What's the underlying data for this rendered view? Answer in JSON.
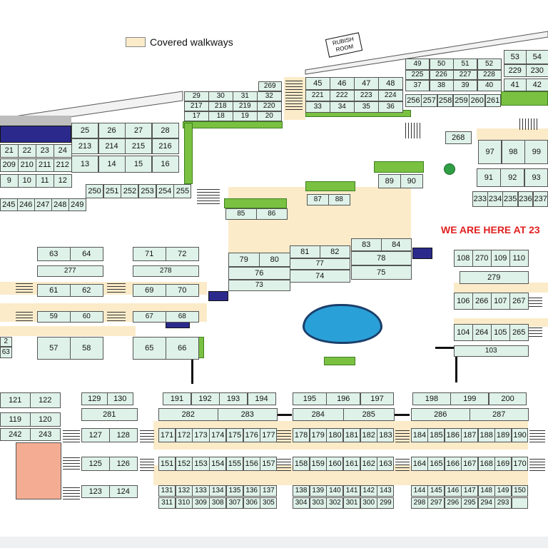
{
  "legend": {
    "label": "Covered walkways"
  },
  "labels": {
    "rubbish_room": "RUBISH ROOM",
    "you_are_here": "WE ARE HERE AT 23"
  },
  "colors": {
    "unit_fill": "#dff2ea",
    "walkway": "#fbebc9",
    "hedge": "#7ac142",
    "pool": "#2aa0d8",
    "accent_navy": "#2b2a8c",
    "you_are_here_text": "#e02020",
    "peach_block": "#f4ad92"
  },
  "units": [
    "21",
    "22",
    "23",
    "24",
    "209",
    "210",
    "211",
    "212",
    "9",
    "10",
    "11",
    "12",
    "25",
    "26",
    "27",
    "28",
    "213",
    "214",
    "215",
    "216",
    "13",
    "14",
    "15",
    "16",
    "29",
    "30",
    "31",
    "32",
    "269",
    "217",
    "218",
    "219",
    "220",
    "17",
    "18",
    "19",
    "20",
    "45",
    "46",
    "47",
    "48",
    "221",
    "222",
    "223",
    "224",
    "33",
    "34",
    "35",
    "36",
    "49",
    "50",
    "51",
    "52",
    "225",
    "226",
    "227",
    "228",
    "37",
    "38",
    "39",
    "40",
    "53",
    "54",
    "229",
    "230",
    "41",
    "42",
    "256",
    "257",
    "258",
    "259",
    "260",
    "261",
    "245",
    "246",
    "247",
    "248",
    "249",
    "250",
    "251",
    "252",
    "253",
    "254",
    "255",
    "268",
    "97",
    "98",
    "99",
    "89",
    "90",
    "87",
    "88",
    "85",
    "86",
    "91",
    "92",
    "93",
    "233",
    "234",
    "235",
    "236",
    "237",
    "63",
    "64",
    "277",
    "71",
    "72",
    "278",
    "61",
    "62",
    "69",
    "70",
    "59",
    "60",
    "67",
    "68",
    "57",
    "58",
    "65",
    "66",
    "79",
    "80",
    "76",
    "73",
    "81",
    "82",
    "77",
    "74",
    "83",
    "84",
    "78",
    "75",
    "108",
    "270",
    "109",
    "110",
    "279",
    "106",
    "266",
    "107",
    "267",
    "104",
    "264",
    "105",
    "265",
    "103",
    "2",
    "63",
    "121",
    "122",
    "119",
    "120",
    "242",
    "243",
    "129",
    "130",
    "281",
    "127",
    "128",
    "125",
    "126",
    "123",
    "124",
    "191",
    "192",
    "193",
    "194",
    "282",
    "283",
    "195",
    "196",
    "197",
    "284",
    "285",
    "198",
    "199",
    "200",
    "286",
    "287",
    "171",
    "172",
    "173",
    "174",
    "175",
    "176",
    "177",
    "178",
    "179",
    "180",
    "181",
    "182",
    "183",
    "184",
    "185",
    "186",
    "187",
    "188",
    "189",
    "190",
    "151",
    "152",
    "153",
    "154",
    "155",
    "156",
    "157",
    "158",
    "159",
    "160",
    "161",
    "162",
    "163",
    "164",
    "165",
    "166",
    "167",
    "168",
    "169",
    "170",
    "131",
    "132",
    "133",
    "134",
    "135",
    "136",
    "137",
    "138",
    "139",
    "140",
    "141",
    "142",
    "143",
    "144",
    "145",
    "146",
    "147",
    "148",
    "149",
    "150",
    "311",
    "310",
    "309",
    "308",
    "307",
    "306",
    "305",
    "304",
    "303",
    "302",
    "301",
    "300",
    "299",
    "298",
    "297",
    "296",
    "295",
    "294",
    "293"
  ]
}
